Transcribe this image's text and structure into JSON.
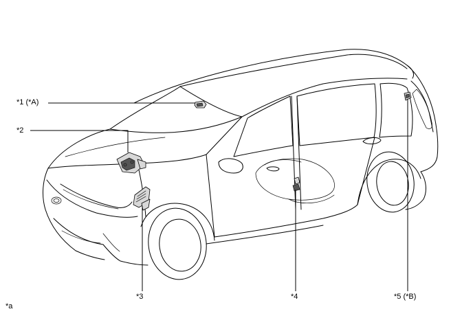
{
  "diagram": {
    "labels": {
      "part1": "*1 (*A)",
      "part2": "*2",
      "part3": "*3",
      "part4": "*4",
      "part5": "*5 (*B)",
      "view": "*a"
    },
    "colors": {
      "line": "#000000",
      "part_fill": "#d8d8d8",
      "background": "#ffffff"
    }
  }
}
